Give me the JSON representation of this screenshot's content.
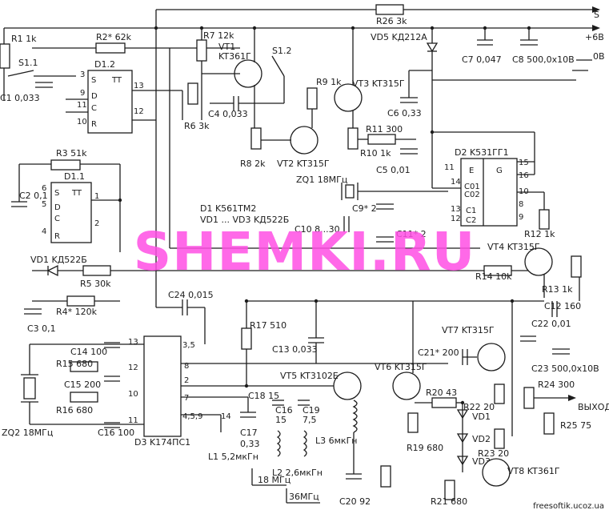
{
  "rails": {
    "s": "S",
    "plus6": "+6В",
    "zero": "0В"
  },
  "components": {
    "r1": "R1 1k",
    "r2": "R2* 62k",
    "r3": "R3 51k",
    "r4": "R4* 120k",
    "r5": "R5 30k",
    "r6": "R6 3k",
    "r7": "R7 12k",
    "r8": "R8 2k",
    "r9": "R9 1k",
    "r10": "R10 1k",
    "r11": "R11 300",
    "r12": "R12 1k",
    "r13": "R13 1k",
    "r14": "R14 10k",
    "r15": "R15 680",
    "r16": "R16 680",
    "r17": "R17 510",
    "r19": "R19 680",
    "r20": "R20 43",
    "r21": "R21 680",
    "r22": "R22 20",
    "r23": "R23 20",
    "r24": "R24 300",
    "r25": "R25 75",
    "r26": "R26 3k",
    "c1": "C1 0,033",
    "c2": "C2 0,1",
    "c3": "C3 0,1",
    "c4": "C4 0,033",
    "c5": "C5 0,01",
    "c6": "C6 0,33",
    "c7": "C7 0,047",
    "c8": "C8 500,0x10B",
    "c9": "C9* 2",
    "c10": "C10 8...30",
    "c11": "C11* 2",
    "c12": "C12 160",
    "c13": "C13 0,033",
    "c14": "C14 100",
    "c15": "C15 200",
    "c16": "C16 100",
    "c17": "C17",
    "c17v": "0,33",
    "c18": "C18 15",
    "c19": "C19",
    "c19v": "7,5",
    "c16b": "C16",
    "c16bv": "15",
    "c20": "C20 92",
    "c21": "C21* 200",
    "c22": "C22 0,01",
    "c23": "C23 500,0x10B",
    "c24": "C24 0,015",
    "vt1": "VT1",
    "vt1t": "KT361Г",
    "vt2": "VT2 KT315Г",
    "vt3": "VT3 KT315Г",
    "vt4": "VT4 KT315Г",
    "vt5": "VT5 KT3102E",
    "vt6": "VT6 KT315Г",
    "vt7": "VT7 KT315Г",
    "vt8": "VT8 KT361Г",
    "vd1": "VD1",
    "vd2": "VD2",
    "vd3": "VD3",
    "vd5": "VD5 KД212A",
    "vd1main": "VD1 KД522Б",
    "zq1": "ZQ1 18МГц",
    "zq2": "ZQ2 18МГц",
    "l1": "L1 5,2мкГн",
    "l2": "L2 2,6мкГн",
    "l3": "L3 6мкГн",
    "s11": "S1.1",
    "s12": "S1.2",
    "d12": "D1.2",
    "d11": "D1.1",
    "d2": "D2 K531ГГ1",
    "d3": "D3 K174ПС1"
  },
  "notes": {
    "note1": "D1 K561TM2",
    "note2": "VD1 ... VD3 KД522Б"
  },
  "boxes": {
    "f18": "18 МГц",
    "f36": "36МГц"
  },
  "output_label": "ВЫХОД",
  "watermark": "SHEMKI.RU",
  "site": "freesoftik.ucoz.ua",
  "pins": {
    "tt": "TT",
    "s": "S",
    "c": "C",
    "d": "D",
    "r": "R",
    "e": "E",
    "g": "G",
    "c01": "C01",
    "c02": "C02",
    "c1": "C1",
    "c2": "C2",
    "p3": "3",
    "p13": "13",
    "p9": "9",
    "p11": "11",
    "p12": "12",
    "p10": "10",
    "p6": "6",
    "p5": "5",
    "p4": "4",
    "p1": "1",
    "p2": "2",
    "p14": "14",
    "p15": "15",
    "p16": "16",
    "p8": "8",
    "p7": "7",
    "p35": "3,5",
    "p4_9": "4,5,9"
  }
}
